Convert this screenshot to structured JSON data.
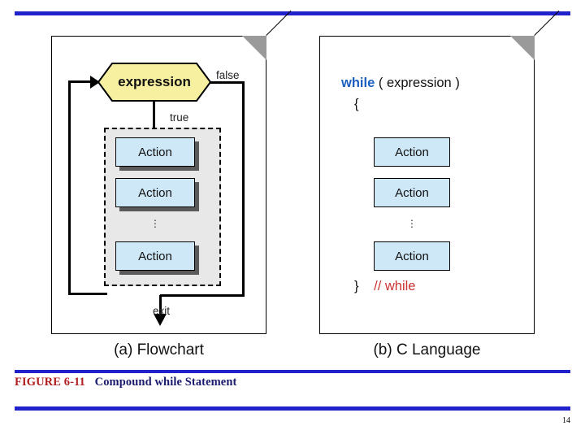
{
  "slide": {
    "page_number": "14",
    "caption": {
      "figure_number": "FIGURE 6-11",
      "text": "Compound while Statement"
    },
    "accent_color": "#2222cc"
  },
  "panel_a": {
    "label": "(a) Flowchart",
    "decision": "expression",
    "branch_false": "false",
    "branch_true": "true",
    "exit_label": "exit",
    "actions": [
      "Action",
      "Action",
      "Action"
    ],
    "ellipsis": "⋮",
    "colors": {
      "decision_fill": "#f7f0a0",
      "action_fill": "#cfe8f7",
      "group_fill": "#e8e8e8",
      "shadow": "#5a5a5a"
    }
  },
  "panel_b": {
    "label": "(b) C Language",
    "code": {
      "keyword": "while",
      "header_rest": "( expression )",
      "open_brace": "{",
      "close_brace": "}",
      "comment": "// while"
    },
    "actions": [
      "Action",
      "Action",
      "Action"
    ],
    "ellipsis": "⋮",
    "colors": {
      "keyword": "#1c5fbf",
      "comment": "#cc3333",
      "action_fill": "#cfe8f7"
    }
  }
}
